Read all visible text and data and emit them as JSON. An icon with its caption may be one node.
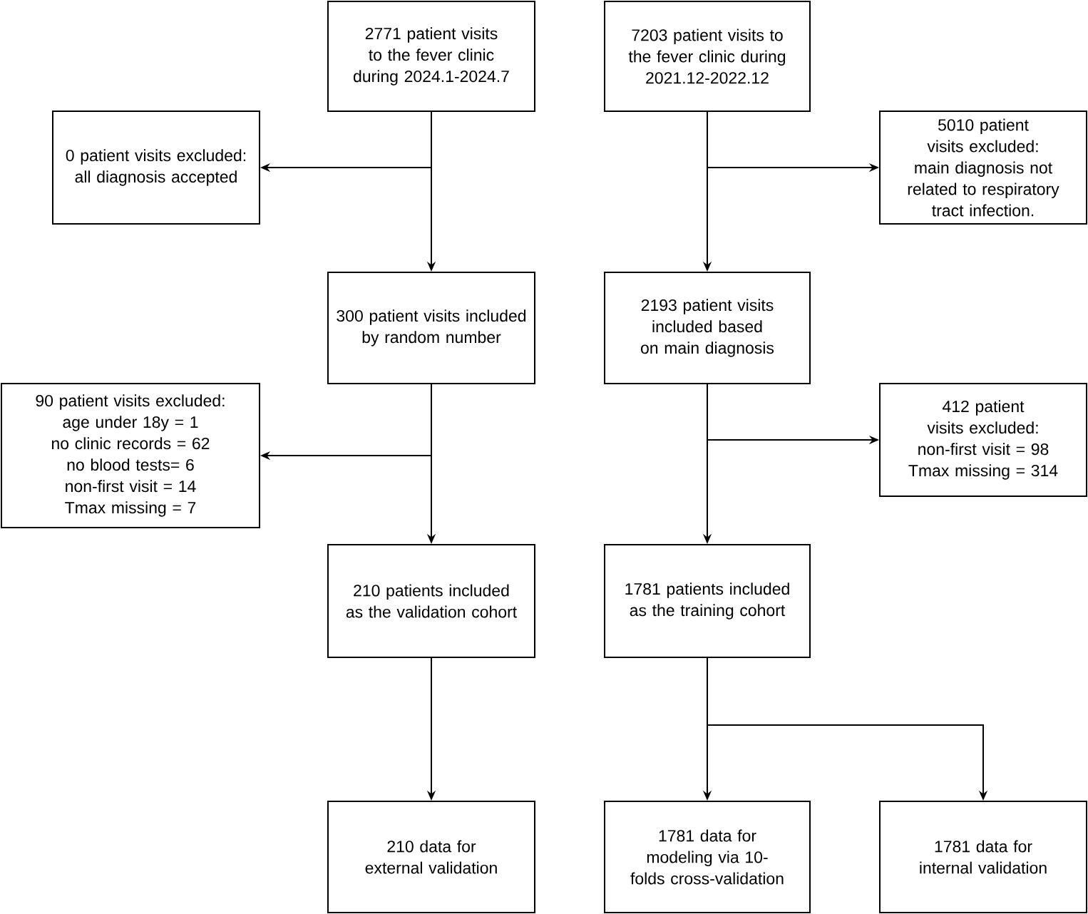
{
  "diagram": {
    "nodes": [
      {
        "text": [
          "2771 patient visits to the fever clinic during 2024.1-2024.7"
        ]
      },
      {
        "text": [
          "7203 patient visits to the fever clinic during 2021.12-2022.12"
        ]
      },
      {
        "text": [
          "0 patient visits excluded:",
          "all diagnosis accepted"
        ]
      },
      {
        "text": [
          "5010 patient visits excluded:",
          "main diagnosis not related to respiratory tract infection."
        ]
      },
      {
        "text": [
          "300 patient visits included by random number"
        ]
      },
      {
        "text": [
          "2193 patient visits included based on main diagnosis"
        ]
      },
      {
        "text": [
          "90 patient visits excluded:",
          "age under 18y = 1",
          "no clinic records = 62",
          "no blood tests= 6",
          "non-first visit = 14",
          "Tmax missing =  7"
        ]
      },
      {
        "text": [
          "412 patient visits excluded:",
          "non-first visit = 98",
          "Tmax missing = 314"
        ]
      },
      {
        "text": [
          "210 patients included as the validation cohort"
        ]
      },
      {
        "text": [
          "1781 patients included as the training cohort"
        ]
      },
      {
        "text": [
          "210 data for external validation"
        ]
      },
      {
        "text": [
          "1781 data for modeling via 10-folds cross-validation"
        ]
      },
      {
        "text": [
          "1781 data for internal validation"
        ]
      }
    ],
    "edges": [
      {
        "from": 0,
        "to": 2,
        "arrow": "to"
      },
      {
        "from": 0,
        "to": 4,
        "arrow": "to"
      },
      {
        "from": 1,
        "to": 3,
        "arrow": "to"
      },
      {
        "from": 1,
        "to": 5,
        "arrow": "to"
      },
      {
        "from": 4,
        "to": 6,
        "arrow": "to"
      },
      {
        "from": 4,
        "to": 8,
        "arrow": "to"
      },
      {
        "from": 5,
        "to": 7,
        "arrow": "to"
      },
      {
        "from": 5,
        "to": 9,
        "arrow": "to"
      },
      {
        "from": 8,
        "to": 10,
        "arrow": "to"
      },
      {
        "from": 9,
        "to": 11,
        "arrow": "to"
      },
      {
        "from": 9,
        "to": 12,
        "arrow": "to"
      }
    ]
  }
}
